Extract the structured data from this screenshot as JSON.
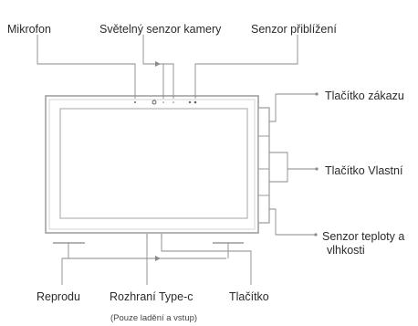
{
  "labels": {
    "microphone": "Mikrofon",
    "camera_light_sensor": "Světelný senzor kamery",
    "proximity_sensor": "Senzor přiblížení",
    "mute_button": "Tlačítko zákazu",
    "custom_button": "Tlačítko Vlastní",
    "temp_humidity_line1": "Senzor teploty a",
    "temp_humidity_line2": "vlhkosti",
    "speaker": "Reprodu",
    "usb_c": "Rozhraní Type-c",
    "button": "Tlačítko",
    "usb_c_note": "(Pouze ladění a vstup)"
  },
  "colors": {
    "line": "#8a8a8a",
    "text": "#2b2b2b",
    "frame": "#9a9a9a",
    "screen": "#b5b5b5"
  }
}
